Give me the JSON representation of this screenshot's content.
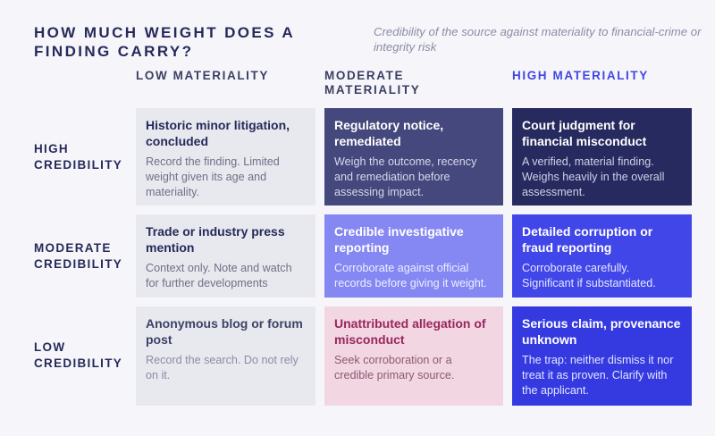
{
  "header": {
    "title": "HOW MUCH WEIGHT DOES A FINDING CARRY?",
    "subtitle": "Credibility of the source against materiality to financial-crime or integrity risk"
  },
  "columns": [
    {
      "label": "LOW MATERIALITY"
    },
    {
      "label": "MODERATE MATERIALITY"
    },
    {
      "label": "HIGH MATERIALITY"
    }
  ],
  "rows": [
    {
      "label": "HIGH CREDIBILITY",
      "cells": [
        {
          "title": "Historic minor litigation, concluded",
          "body": "Record the finding. Limited weight given its age and materiality."
        },
        {
          "title": "Regulatory notice, remediated",
          "body": "Weigh the outcome, recency and remediation before assessing impact."
        },
        {
          "title": "Court judgment for financial misconduct",
          "body": "A verified, material finding. Weighs heavily in the overall assessment."
        }
      ]
    },
    {
      "label": "MODERATE CREDIBILITY",
      "cells": [
        {
          "title": "Trade or industry press mention",
          "body": "Context only. Note and watch for further developments"
        },
        {
          "title": "Credible investigative reporting",
          "body": "Corroborate against official records before giving it weight."
        },
        {
          "title": "Detailed corruption or fraud reporting",
          "body": "Corroborate carefully. Significant if substantiated."
        }
      ]
    },
    {
      "label": "LOW CREDIBILITY",
      "cells": [
        {
          "title": "Anonymous blog or forum post",
          "body": "Record the search. Do not rely on it."
        },
        {
          "title": "Unattributed allegation of misconduct",
          "body": "Seek corroboration or a credible primary source."
        },
        {
          "title": "Serious claim, provenance unknown",
          "body": "The trap: neither dismiss it nor treat it as proven. Clarify with the applicant."
        }
      ]
    }
  ],
  "colors": {
    "background": "#f6f6fa",
    "title": "#262a5a",
    "accent": "#4146e3",
    "navy_dark": "#272a5e",
    "navy_mid": "#45487d",
    "periwinkle": "#8587f3",
    "blue": "#4146e9",
    "pink": "#f2d6e2",
    "light_grey": "#e8e8ef"
  }
}
